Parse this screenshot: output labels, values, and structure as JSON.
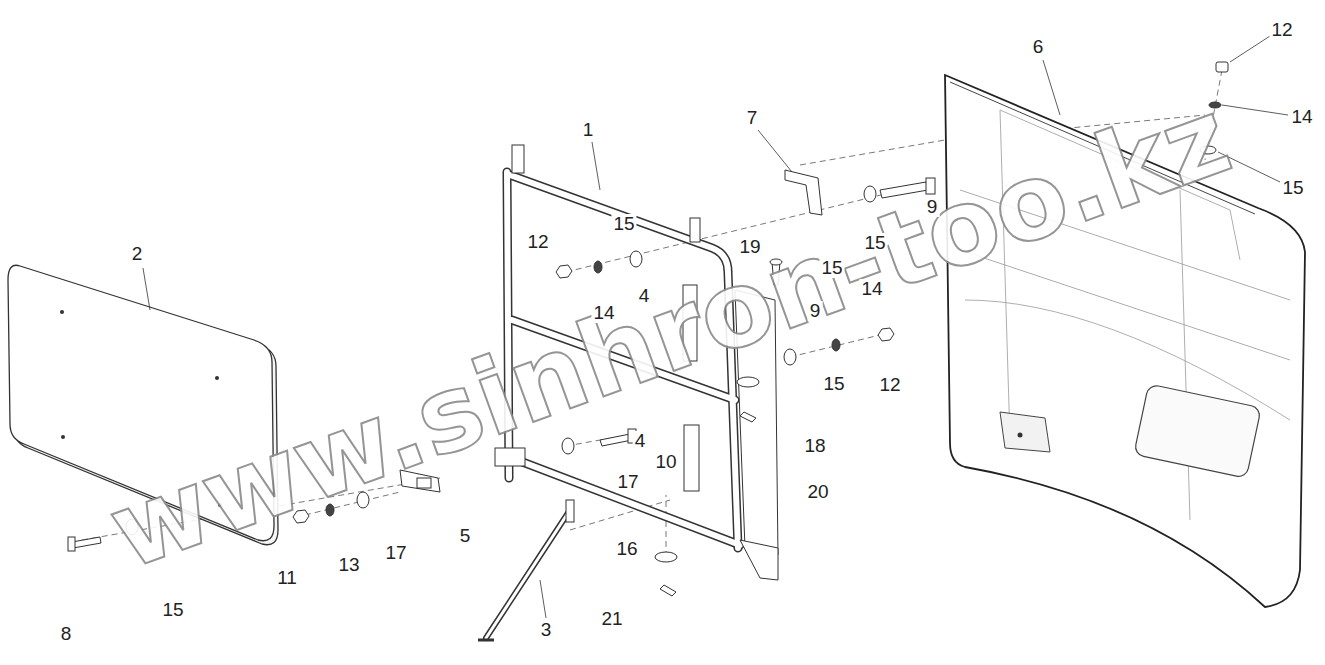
{
  "diagram": {
    "labels": [
      "12",
      "6",
      "14",
      "7",
      "1",
      "15",
      "2",
      "15",
      "12",
      "19",
      "15",
      "9",
      "15",
      "4",
      "14",
      "9",
      "14",
      "12",
      "15",
      "18",
      "4",
      "10",
      "17",
      "20",
      "5",
      "16",
      "11",
      "13",
      "17",
      "15",
      "21",
      "3",
      "8",
      "www.sinhron-too.kz"
    ]
  }
}
